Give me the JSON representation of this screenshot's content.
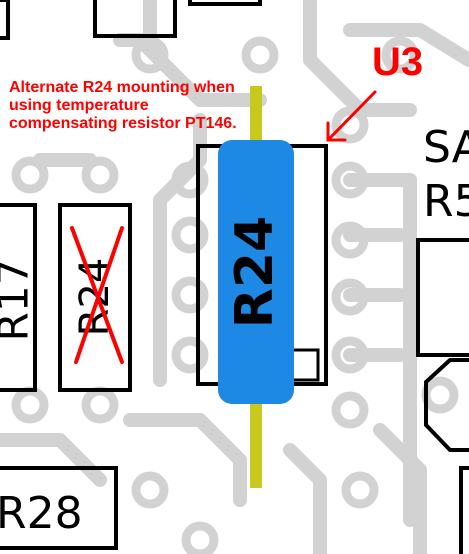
{
  "callout_label": "U3",
  "note_text": "Alternate R24 mounting when using temperature compensating resistor PT146.",
  "components": {
    "main_resistor": "R24",
    "alternate_resistor": "R24",
    "left_resistor": "R17",
    "bottom_resistor": "R28",
    "right_partial_label_top": "SA",
    "right_partial_label_bottom": "R5"
  },
  "colors": {
    "trace": "#d2d2d2",
    "silkscreen": "#000000",
    "resistor_body": "#1e88e5",
    "lead": "#c8c81e",
    "annotation": "#ff0000"
  }
}
